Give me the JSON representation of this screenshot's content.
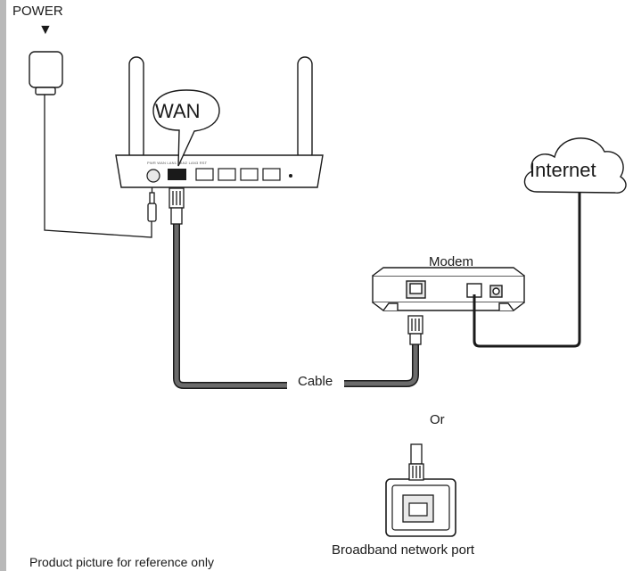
{
  "labels": {
    "power": "POWER",
    "wan": "WAN",
    "internet": "Internet",
    "modem": "Modem",
    "cable": "Cable",
    "or": "Or",
    "broadband_port": "Broadband network port",
    "note": "Product picture for reference only",
    "router_ports": "PWR WAN LAN1 LAN2 LAN3 RST"
  },
  "icons": {
    "power_arrow": "down-triangle-icon",
    "adapter": "power-adapter-icon",
    "router": "router-icon",
    "modem": "modem-icon",
    "cloud": "cloud-icon",
    "wall_port": "ethernet-wall-port-icon",
    "connector": "rj45-connector-icon"
  },
  "colors": {
    "line": "#1a1a1a",
    "cable_fill": "#6b6b6b",
    "rule": "#b9b9b9"
  }
}
